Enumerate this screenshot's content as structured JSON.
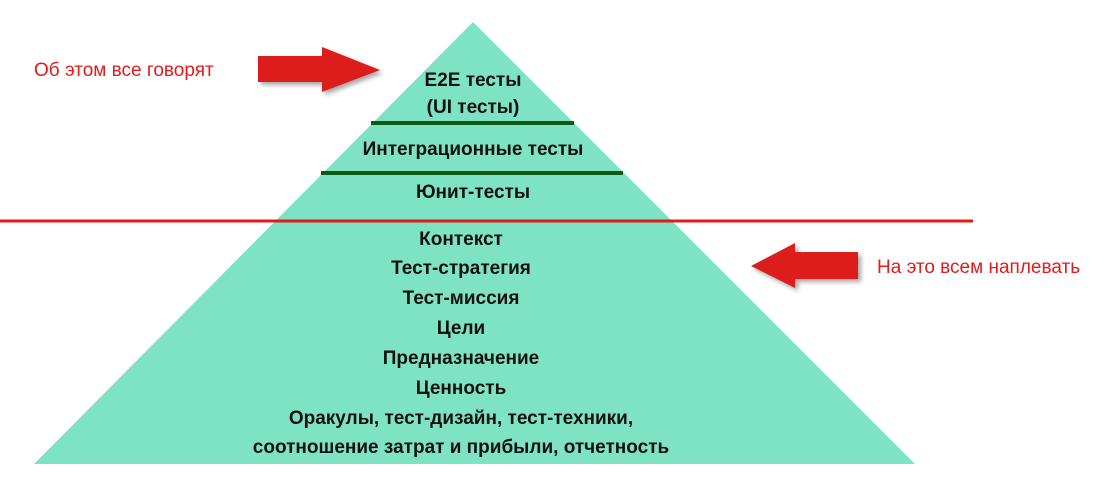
{
  "colors": {
    "pyramid_fill": "#7ee3c4",
    "tier_separator": "#0f5a16",
    "red_line": "#dd1c1c",
    "arrow_fill": "#dd1c1c",
    "annotation_text": "#e21b1b",
    "label_text": "#111111"
  },
  "annotations": {
    "top": "Об этом все говорят",
    "bottom": "На это всем наплевать"
  },
  "tiers": {
    "e2e": [
      "E2E тесты",
      "(UI тесты)"
    ],
    "integration": "Интеграционные тесты",
    "unit": "Юнит-тесты"
  },
  "foundation": [
    "Контекст",
    "Тест-стратегия",
    "Тест-миссия",
    "Цели",
    "Предназначение",
    "Ценность",
    "Оракулы, тест-дизайн, тест-техники,",
    "соотношение затрат и прибыли, отчетность"
  ],
  "icons": {
    "top_arrow": "arrow-right-icon",
    "bottom_arrow": "arrow-left-icon"
  }
}
